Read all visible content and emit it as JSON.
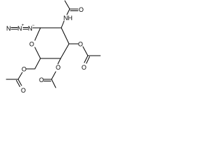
{
  "molecule": {
    "atoms": {
      "n1": "N",
      "n2": "N",
      "n3": "N",
      "nh": "NH",
      "o_ring": "O",
      "o_ac_nh": "O",
      "o_ester3": "O",
      "o_carbonyl3": "O",
      "o_ester4": "O",
      "o_carbonyl4": "O",
      "o_ester6": "O",
      "o_carbonyl6": "O"
    },
    "charges": {
      "n2_plus": "+",
      "n3_minus": "−"
    },
    "colors": {
      "line": "#000000",
      "background": "#ffffff"
    }
  }
}
